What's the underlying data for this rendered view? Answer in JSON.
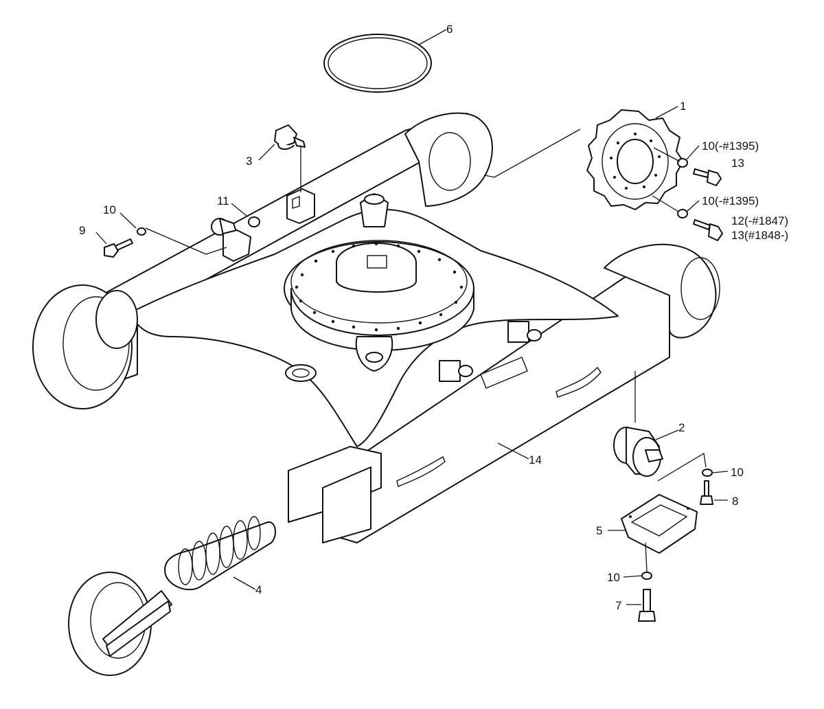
{
  "diagram": {
    "callouts": {
      "c1": "1",
      "c2": "2",
      "c3": "3",
      "c4": "4",
      "c5": "5",
      "c6": "6",
      "c7": "7",
      "c8": "8",
      "c9": "9",
      "c10_left": "10",
      "c10_sprocket_top": "10(-#1395)",
      "c10_sprocket_bottom": "10(-#1395)",
      "c10_roller": "10",
      "c10_bracket": "10",
      "c11": "11",
      "c12": "12(-#1847)",
      "c13_top": "13",
      "c13_bottom": "13(#1848-)",
      "c14": "14"
    },
    "colors": {
      "line": "#111111",
      "background": "#ffffff"
    }
  }
}
